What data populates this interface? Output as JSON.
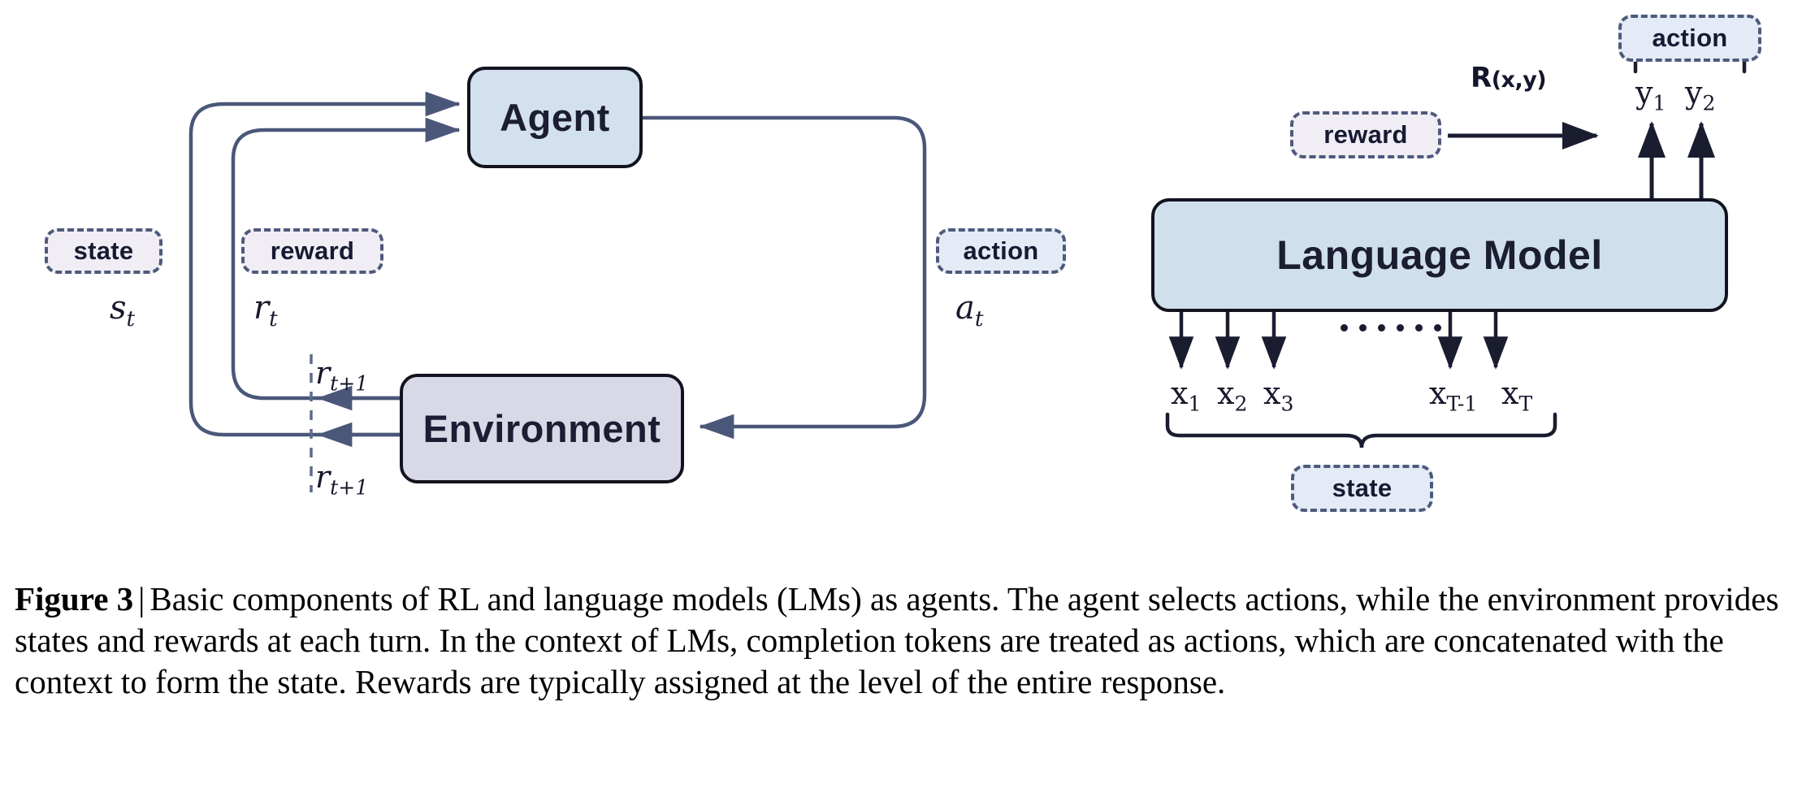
{
  "figure": {
    "label": "Figure 3",
    "separator": "|",
    "caption": "Basic components of RL and language models (LMs) as agents. The agent selects actions, while the environment provides states and rewards at each turn. In the context of LMs, completion tokens are treated as actions, which are concatenated with the context to form the state. Rewards are typically assigned at the level of the entire response."
  },
  "colors": {
    "agent_fill": "#d3e0ee",
    "environment_fill": "#d9d8e7",
    "language_model_fill": "#d0dfec",
    "chip_lavender_fill": "#f1edf4",
    "chip_blue_fill": "#e4ebf6",
    "box_border": "#12131f",
    "chip_border": "#4e5a7b",
    "arrow_stroke": "#4a5779",
    "brace_stroke": "#1a1c30",
    "text": "#161a33"
  },
  "rl_diagram": {
    "agent_box": "Agent",
    "environment_box": "Environment",
    "tags": {
      "state": "state",
      "reward": "reward",
      "action": "action"
    },
    "symbols": {
      "state_t": "s",
      "state_t_sub": "t",
      "reward_t": "r",
      "reward_t_sub": "t",
      "action_t": "a",
      "action_t_sub": "t",
      "reward_next_upper": "r",
      "reward_next_upper_sub": "t+1",
      "reward_next_lower": "r",
      "reward_next_lower_sub": "t+1"
    }
  },
  "lm_diagram": {
    "model_box": "Language Model",
    "tags": {
      "reward": "reward",
      "action": "action",
      "state": "state"
    },
    "reward_function": {
      "name": "R",
      "args": "(x,y)"
    },
    "input_tokens": [
      {
        "base": "x",
        "sub": "1"
      },
      {
        "base": "x",
        "sub": "2"
      },
      {
        "base": "x",
        "sub": "3"
      },
      {
        "base": "x",
        "sub": "T-1"
      },
      {
        "base": "x",
        "sub": "T"
      }
    ],
    "output_tokens": [
      {
        "base": "y",
        "sub": "1"
      },
      {
        "base": "y",
        "sub": "2"
      }
    ],
    "ellipsis_dot_count": 6
  }
}
